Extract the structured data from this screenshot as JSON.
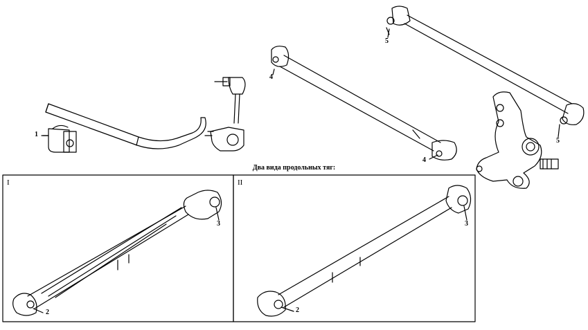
{
  "caption": "Два вида продольных тяг:",
  "panels": [
    {
      "label": "I"
    },
    {
      "label": "II"
    }
  ],
  "callouts": {
    "stabilizer_bushing": "1",
    "trailing_arm_front_bushing": "2",
    "trailing_arm_rear_bushing": "3",
    "lower_link_bushing": "4",
    "upper_link_bushing": "5"
  },
  "colors": {
    "line": "#000000",
    "background": "#ffffff",
    "shade": "#c8c8c8"
  }
}
